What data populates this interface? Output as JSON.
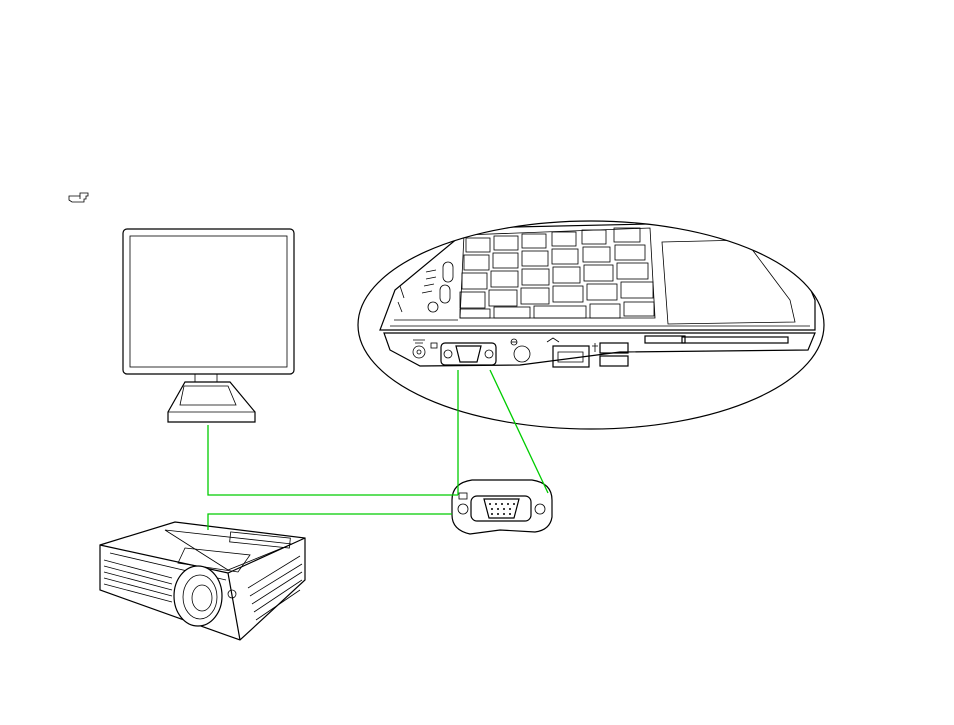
{
  "colors": {
    "cable": "#00cc00",
    "outline": "#000000",
    "background": "#ffffff"
  },
  "icons": {
    "note": "pointing-hand-icon"
  },
  "diagram": {
    "components": [
      "lcd-monitor",
      "laptop-side-ports",
      "vga-port-detail",
      "projector"
    ]
  }
}
